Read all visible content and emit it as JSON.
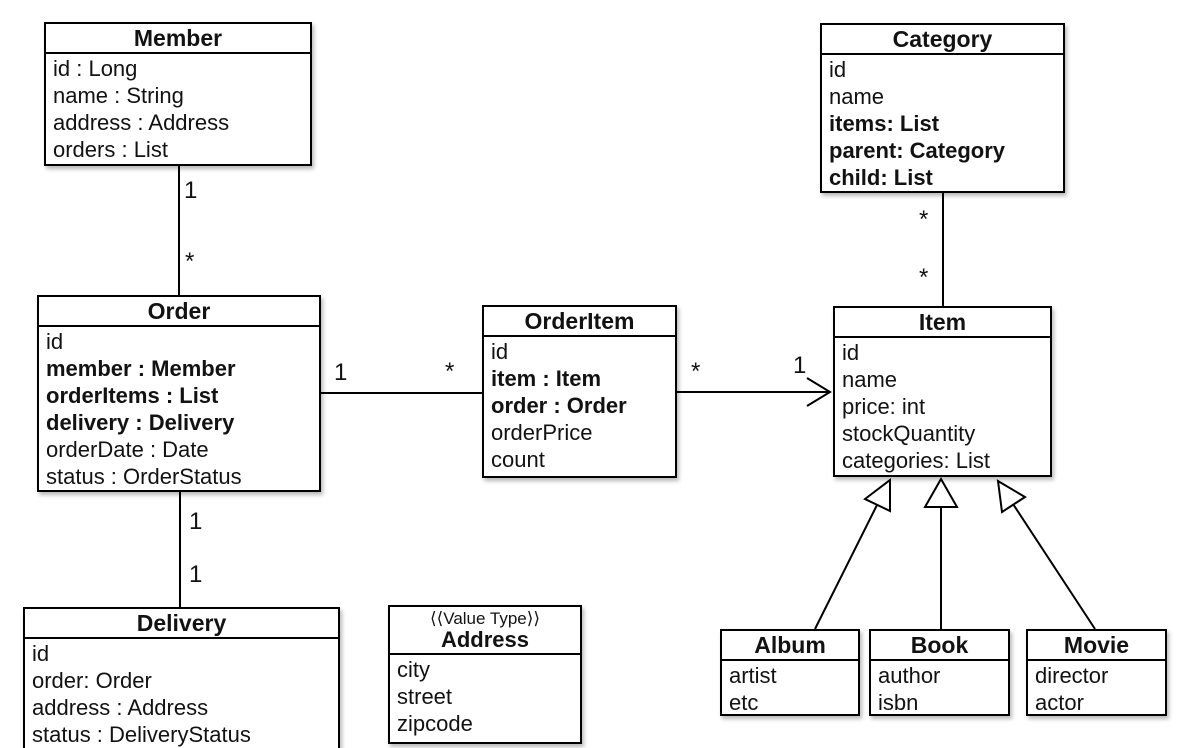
{
  "classes": {
    "member": {
      "name": "Member",
      "attributes": [
        "id : Long",
        "name : String",
        "address : Address",
        "orders : List"
      ]
    },
    "category": {
      "name": "Category",
      "attributes": [
        "id",
        "name",
        "items: List",
        "parent: Category",
        "child: List"
      ]
    },
    "order": {
      "name": "Order",
      "attributes": [
        "id",
        "member : Member",
        "orderItems : List",
        "delivery : Delivery",
        "orderDate : Date",
        "status : OrderStatus"
      ]
    },
    "order_item": {
      "name": "OrderItem",
      "attributes": [
        "id",
        "item : Item",
        "order : Order",
        "orderPrice",
        "count"
      ]
    },
    "item": {
      "name": "Item",
      "attributes": [
        "id",
        "name",
        "price: int",
        "stockQuantity",
        "categories: List"
      ]
    },
    "delivery": {
      "name": "Delivery",
      "attributes": [
        "id",
        "order: Order",
        "address : Address",
        "status : DeliveryStatus"
      ]
    },
    "address": {
      "stereotype": "⟨⟨Value Type⟩⟩",
      "name": "Address",
      "attributes": [
        "city",
        "street",
        "zipcode"
      ]
    },
    "album": {
      "name": "Album",
      "attributes": [
        "artist",
        "etc"
      ]
    },
    "book": {
      "name": "Book",
      "attributes": [
        "author",
        "isbn"
      ]
    },
    "movie": {
      "name": "Movie",
      "attributes": [
        "director",
        "actor"
      ]
    }
  },
  "relationships": {
    "member_order": {
      "near_member": "1",
      "near_order": "*"
    },
    "order_orderitem": {
      "near_order": "1",
      "near_orderitem": "*"
    },
    "orderitem_item": {
      "near_orderitem": "*",
      "near_item": "1"
    },
    "category_item": {
      "near_category": "*",
      "near_item": "*"
    },
    "order_delivery": {
      "near_order": "1",
      "near_delivery": "1"
    }
  },
  "colors": {
    "line": "#000000",
    "background": "#ffffff",
    "text": "#121212"
  }
}
